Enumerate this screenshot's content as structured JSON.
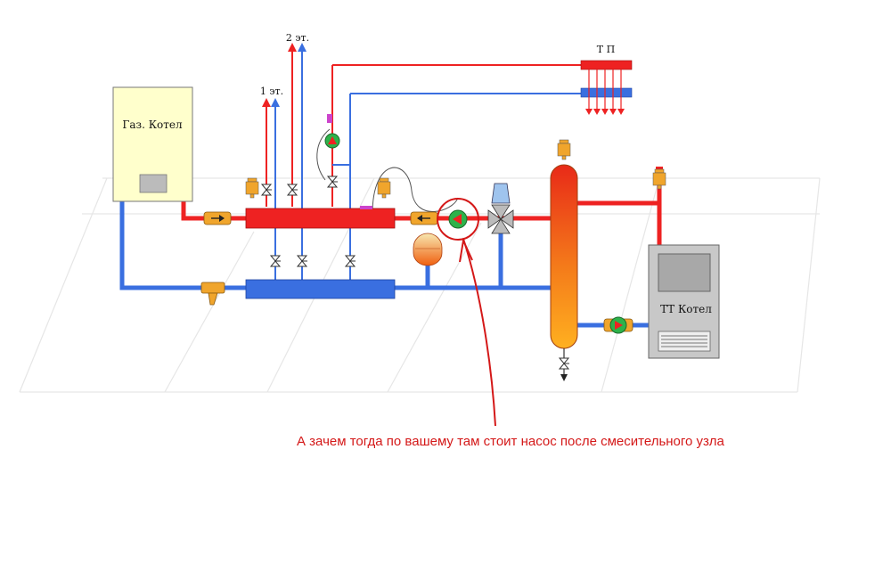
{
  "labels": {
    "gas_boiler": "Газ. Котел",
    "floor_2": "2 эт.",
    "floor_1": "1 эт.",
    "underfloor": "Т П",
    "solid_fuel_boiler": "ТТ  Котел"
  },
  "annotation": {
    "text": "А зачем тогда по вашему там стоит насос после смесительного узла"
  },
  "colors": {
    "supply": "#ee2222",
    "return": "#3a6fe0",
    "pump": "#2db24a",
    "valve_body": "#f0a52c",
    "boiler_panel": "#ffffcc",
    "annotation": "#d41818"
  }
}
